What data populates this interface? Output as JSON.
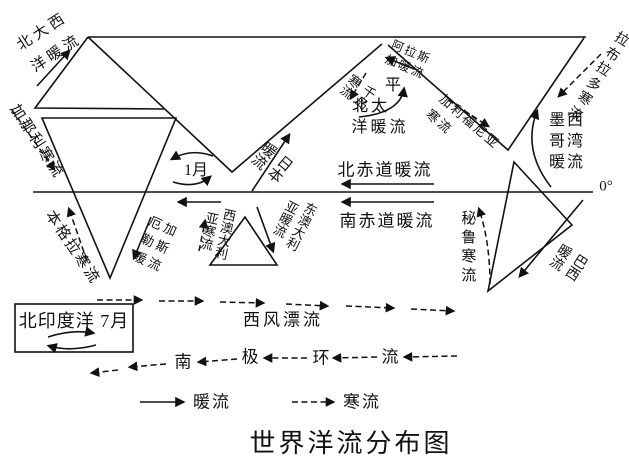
{
  "title": "世界洋流分布图",
  "equator": {
    "label": "0°"
  },
  "inset_box": {
    "label": "北印度洋 7月"
  },
  "indian_ocean": {
    "january_label": "1月"
  },
  "legend": {
    "warm_label": "暖流",
    "cold_label": "寒流"
  },
  "colors": {
    "ink": "#111111",
    "background": "#ffffff"
  },
  "currents": {
    "north_atlantic_warm": "北大西\n洋暖流",
    "canary_cold": "加那利寒流",
    "benguela_cold": "本格拉寒流",
    "agulhas_warm": "厄加\n勒斯\n暖流",
    "west_australia_cold": "西澳大利亚寒流",
    "east_australia_warm": "东澳大利亚暖流",
    "japan_warm": "日本暖流",
    "kuril_cold": "千岛寒流",
    "alaska_warm": "阿拉斯\n加暖流",
    "north_pacific_warm_1": "北太",
    "north_pacific_warm_2": "平",
    "north_pacific_warm_3": "洋暖流",
    "california_cold": "加利福尼亚\n寒流",
    "labrador_cold": "拉布\n拉多\n寒流",
    "gulf_of_mexico_warm": "墨西\n哥湾\n暖流",
    "north_equatorial_warm": "北赤道暖流",
    "south_equatorial_warm": "南赤道暖流",
    "peru_cold": "秘鲁寒流",
    "brazil_warm": "巴西暖流",
    "west_wind_drift": "西风漂流",
    "antarctic_circumpolar": [
      "南",
      "极",
      "环",
      "流"
    ]
  }
}
